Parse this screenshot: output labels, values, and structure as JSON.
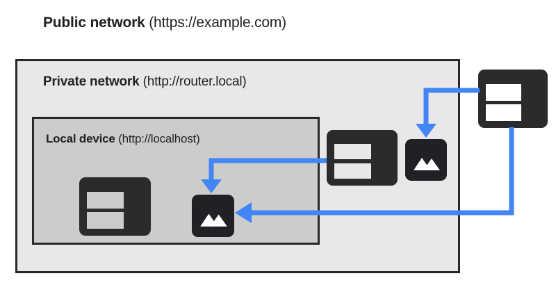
{
  "diagram": {
    "type": "network-boundary-diagram",
    "background_color": "#ffffff",
    "accent_color": "#4285f4",
    "dark_color": "#2b2b2b"
  },
  "zones": {
    "public": {
      "label_strong": "Public network ",
      "label_weak": "(https://example.com)",
      "fill": "#ffffff"
    },
    "private": {
      "label_strong": "Private network ",
      "label_weak": "(http://router.local)",
      "fill": "#e8e8e8",
      "border": "#282828"
    },
    "local": {
      "label_strong": "Local device ",
      "label_weak": "(http://localhost)",
      "fill": "#cccccc",
      "border": "#282828"
    }
  },
  "nodes": {
    "local_browser": {
      "icon": "browser-window-icon",
      "zone": "local"
    },
    "local_image": {
      "icon": "image-icon",
      "zone": "local"
    },
    "private_browser": {
      "icon": "browser-window-icon",
      "zone": "private"
    },
    "private_image": {
      "icon": "image-icon",
      "zone": "private"
    },
    "public_browser": {
      "icon": "browser-window-icon",
      "zone": "public"
    }
  },
  "connectors": [
    {
      "name": "public-browser-to-private-image",
      "from": "public_browser",
      "to": "private_image",
      "color": "#4285f4"
    },
    {
      "name": "private-browser-to-local-image",
      "from": "private_browser",
      "to": "local_image",
      "color": "#4285f4"
    },
    {
      "name": "public-browser-to-local-image",
      "from": "public_browser",
      "to": "local_image",
      "color": "#4285f4"
    }
  ]
}
